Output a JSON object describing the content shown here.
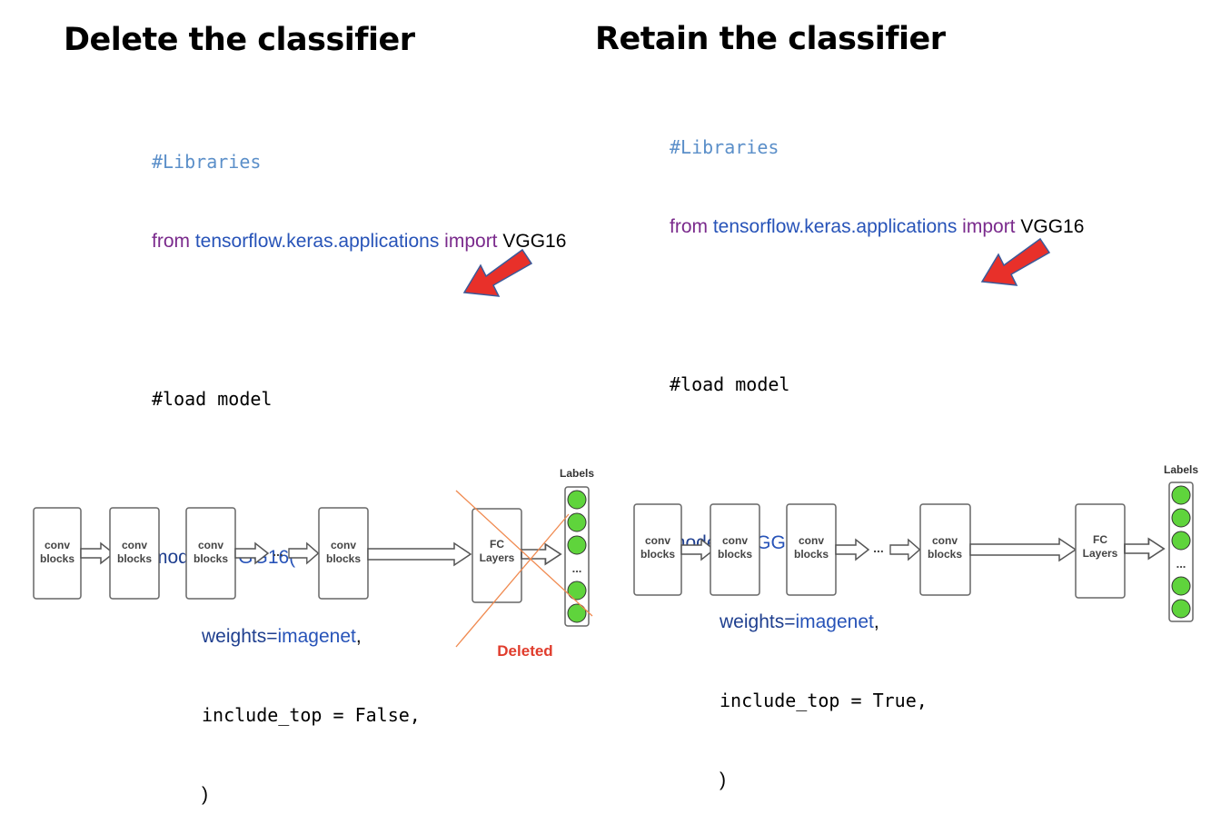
{
  "left": {
    "heading": "Delete the classifier",
    "code": {
      "comment": "#Libraries",
      "from_kw": "from",
      "module": "tensorflow.keras.applications",
      "import_kw": "import",
      "class_name": "VGG16",
      "load_comment": "#load model",
      "assign_lhs": "model",
      "assign_eq": " = ",
      "call": "VGG16(",
      "weights_key": "weights=",
      "weights_val": "imagenet",
      "comma": ",",
      "include_top": "include_top = False,",
      "close_paren": ")"
    },
    "diagram": {
      "blocks": [
        "conv\nblocks",
        "conv\nblocks",
        "conv\nblocks",
        "conv\nblocks"
      ],
      "ellipsis": "...",
      "fc_label": "FC\nLayers",
      "labels_title": "Labels",
      "labels_ellipsis": "...",
      "deleted_label": "Deleted"
    }
  },
  "right": {
    "heading": "Retain the classifier",
    "code": {
      "comment": "#Libraries",
      "from_kw": "from",
      "module": "tensorflow.keras.applications",
      "import_kw": "import",
      "class_name": "VGG16",
      "load_comment": "#load model",
      "assign_lhs": "model",
      "assign_eq": " = ",
      "call": "VGG16(",
      "weights_key": "weights=",
      "weights_val": "imagenet",
      "comma": ",",
      "include_top": "include_top = True,",
      "close_paren": ")"
    },
    "diagram": {
      "blocks": [
        "conv\nblocks",
        "conv\nblocks",
        "conv\nblocks",
        "conv\nblocks"
      ],
      "ellipsis": "...",
      "fc_label": "FC\nLayers",
      "labels_title": "Labels",
      "labels_ellipsis": "..."
    }
  },
  "colors": {
    "arrow_red": "#e8302a",
    "node_green": "#5fd43c",
    "cross_orange": "#f08a50",
    "deleted_red": "#e03c2c"
  }
}
